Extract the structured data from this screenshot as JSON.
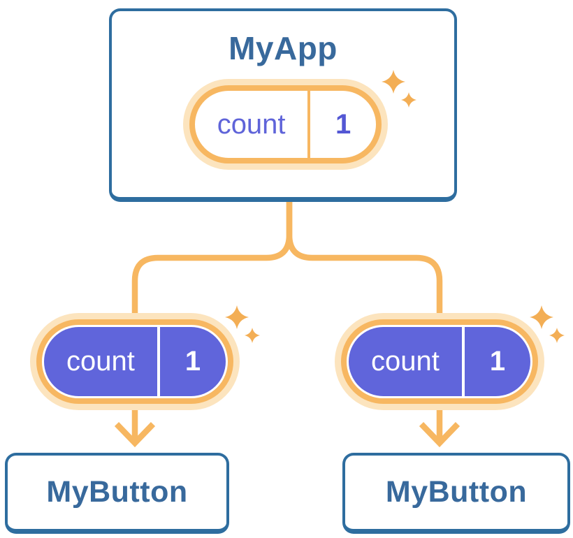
{
  "diagram": {
    "type": "component-tree",
    "root": {
      "title": "MyApp",
      "pill": {
        "label": "count",
        "value": "1",
        "style": "outline"
      }
    },
    "branches": [
      {
        "pill": {
          "label": "count",
          "value": "1",
          "style": "filled"
        },
        "card": {
          "title": "MyButton"
        }
      },
      {
        "pill": {
          "label": "count",
          "value": "1",
          "style": "filled"
        },
        "card": {
          "title": "MyButton"
        }
      }
    ],
    "icons": [
      "sparkle-icon",
      "arrow-down-icon"
    ],
    "colors": {
      "background": "#FFFFFF",
      "card_border": "#2E6D9F",
      "card_text": "#38699C",
      "connector_orange": "#F7B761",
      "pill_halo": "#FCE4BE",
      "pill_fill_purple": "#6065DB",
      "pill_label_purple": "#5F64D9",
      "pill_value_purple": "#5357D4",
      "pill_text_white": "#FFFFFF",
      "sparkle": "#F3AE55"
    }
  }
}
